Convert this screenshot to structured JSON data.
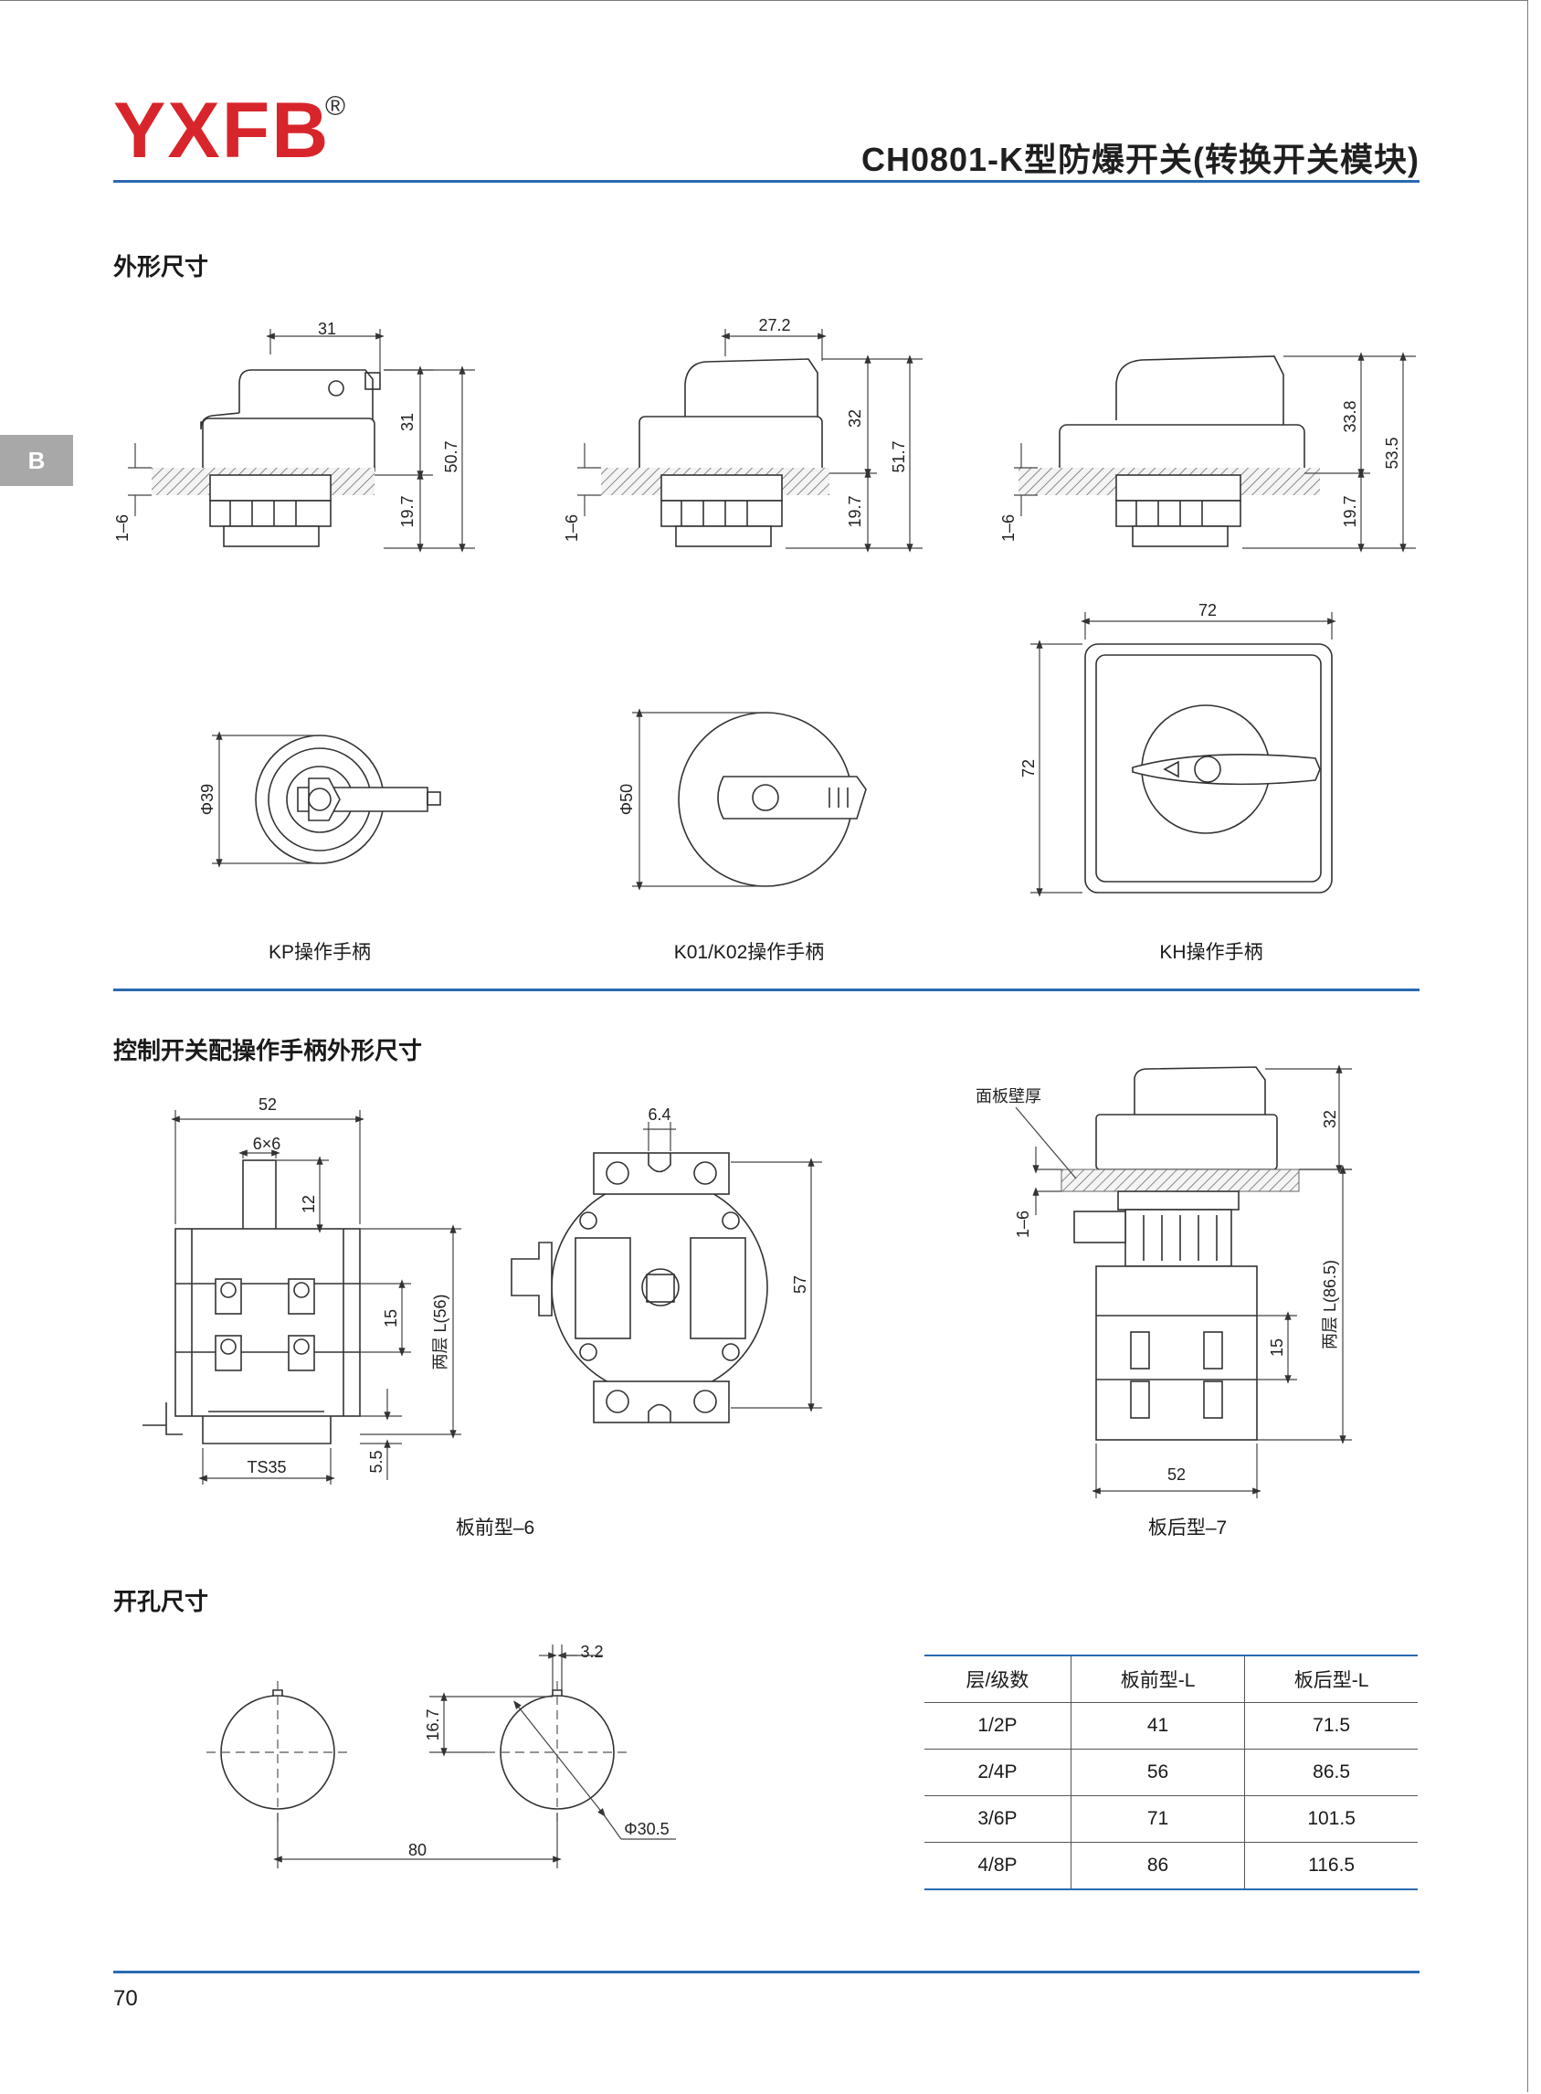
{
  "header": {
    "logo": "YXFB",
    "registered_mark": "®",
    "title": "CH0801-K型防爆开关(转换开关模块)"
  },
  "side_tab": "B",
  "sections": {
    "outline": "外形尺寸",
    "control": "控制开关配操作手柄外形尺寸",
    "cutout": "开孔尺寸"
  },
  "side_views": {
    "view1": {
      "width": "31",
      "top_height": "31",
      "total_height": "50.7",
      "bottom_height": "19.7",
      "panel": "1–6"
    },
    "view2": {
      "width": "27.2",
      "top_height": "32",
      "total_height": "51.7",
      "bottom_height": "19.7",
      "panel": "1–6"
    },
    "view3": {
      "top_height": "33.8",
      "total_height": "53.5",
      "bottom_height": "19.7",
      "panel": "1–6"
    }
  },
  "handles": {
    "kp": {
      "diameter": "Φ39",
      "caption": "KP操作手柄"
    },
    "k01": {
      "diameter": "Φ50",
      "caption": "K01/K02操作手柄"
    },
    "kh": {
      "width": "72",
      "height": "72",
      "caption": "KH操作手柄"
    }
  },
  "front_mount": {
    "width": "52",
    "shaft": "6×6",
    "shaft_height": "12",
    "layer_pitch": "15",
    "length_label": "两层 L(56)",
    "rail": "TS35",
    "rail_height": "5.5",
    "caption": "板前型–6"
  },
  "top_view": {
    "spacing": "6.4",
    "height": "57"
  },
  "rear_mount": {
    "panel_label": "面板壁厚",
    "handle_height": "32",
    "panel": "1–6",
    "layer_pitch": "15",
    "length_label": "两层 L(86.5)",
    "width": "52",
    "caption": "板后型–7"
  },
  "cutout": {
    "key": "3.2",
    "offset": "16.7",
    "diameter": "Φ30.5",
    "distance": "80"
  },
  "table": {
    "headers": [
      "层/级数",
      "板前型-L",
      "板后型-L"
    ],
    "rows": [
      [
        "1/2P",
        "41",
        "71.5"
      ],
      [
        "2/4P",
        "56",
        "86.5"
      ],
      [
        "3/6P",
        "71",
        "101.5"
      ],
      [
        "4/8P",
        "86",
        "116.5"
      ]
    ]
  },
  "page_number": "70"
}
